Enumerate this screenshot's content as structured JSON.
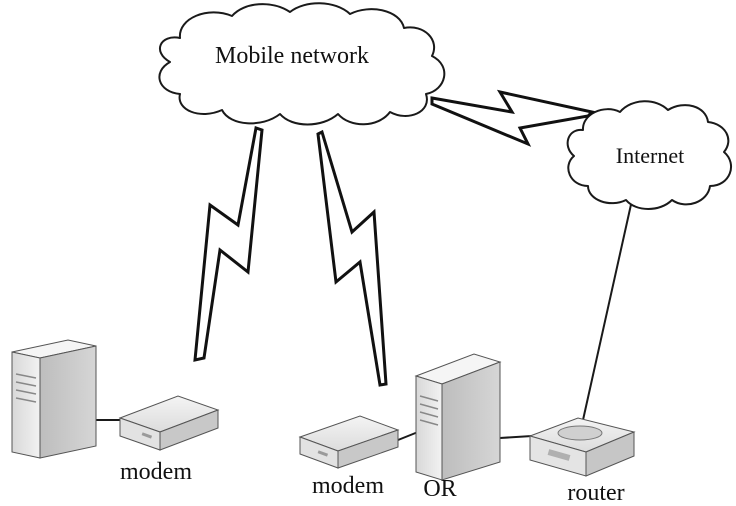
{
  "clouds": {
    "mobile_network": "Mobile network",
    "internet": "Internet"
  },
  "devices": {
    "modem_left": "modem",
    "modem_right": "modem",
    "or": "OR",
    "router": "router"
  },
  "colors": {
    "line": "#1a1a1a",
    "server_front": "#e8e8e8",
    "server_side": "#c9c9c9",
    "device_top": "#efefef"
  }
}
